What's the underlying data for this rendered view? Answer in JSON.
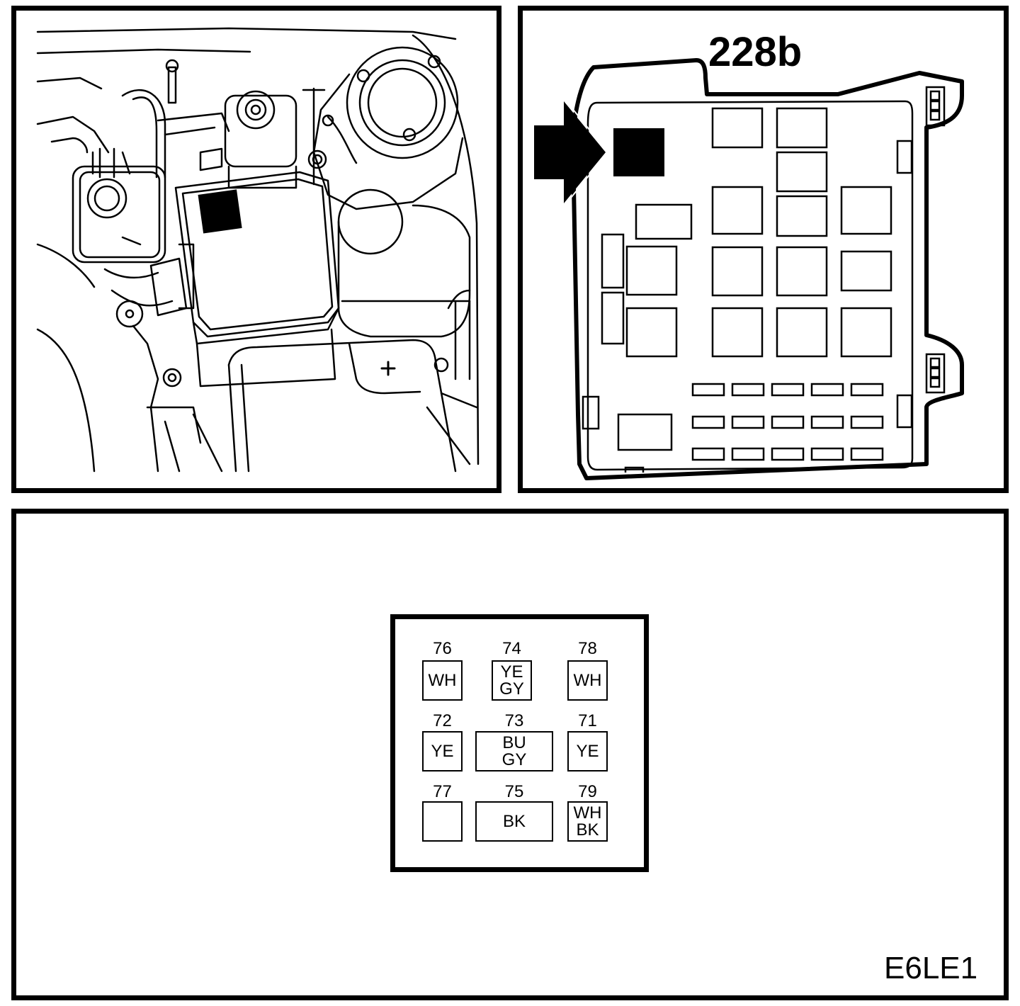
{
  "fuse_box_label": "228b",
  "diagram_code": "E6LE1",
  "connector_pins": [
    {
      "pin": "76",
      "wire": [
        "WH"
      ]
    },
    {
      "pin": "74",
      "wire": [
        "YE",
        "GY"
      ]
    },
    {
      "pin": "78",
      "wire": [
        "WH"
      ]
    },
    {
      "pin": "72",
      "wire": [
        "YE"
      ]
    },
    {
      "pin": "73",
      "wire": [
        "BU",
        "GY"
      ]
    },
    {
      "pin": "71",
      "wire": [
        "YE"
      ]
    },
    {
      "pin": "77",
      "wire": []
    },
    {
      "pin": "75",
      "wire": [
        "BK"
      ]
    },
    {
      "pin": "79",
      "wire": [
        "WH",
        "BK"
      ]
    }
  ],
  "colors": {
    "ink": "#000000",
    "paper": "#ffffff"
  }
}
